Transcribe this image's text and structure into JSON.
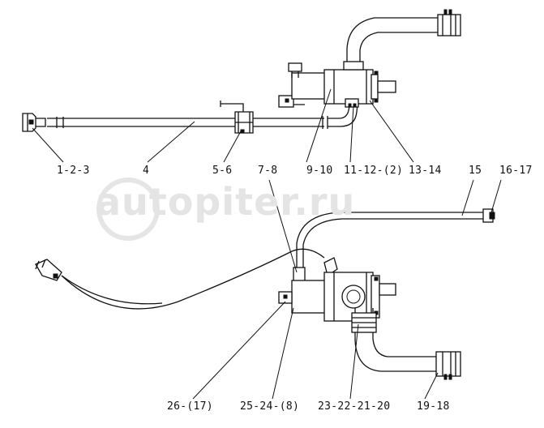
{
  "watermark": "autopiter.ru",
  "callouts": {
    "c1": "1-2-3",
    "c4": "4",
    "c5": "5-6",
    "c7": "7-8",
    "c9": "9-10",
    "c11": "11-12-(2)",
    "c13": "13-14",
    "c15": "15",
    "c16": "16-17",
    "c26": "26-(17)",
    "c25": "25-24-(8)",
    "c23": "23-22-21-20",
    "c19": "19-18"
  }
}
